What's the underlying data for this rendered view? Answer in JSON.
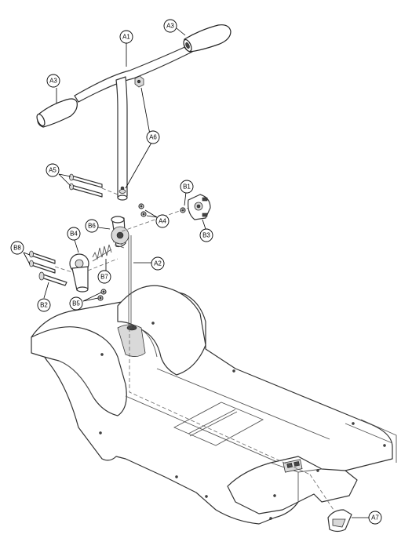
{
  "callouts": {
    "a1": "A1",
    "a2": "A2",
    "a3_right": "A3",
    "a3_left": "A3",
    "a4": "A4",
    "a5": "A5",
    "a6": "A6",
    "a7": "A7",
    "b1": "B1",
    "b2": "B2",
    "b3": "B3",
    "b4": "B4",
    "b5": "B5",
    "b6": "B6",
    "b7": "B7",
    "b8": "B8"
  }
}
